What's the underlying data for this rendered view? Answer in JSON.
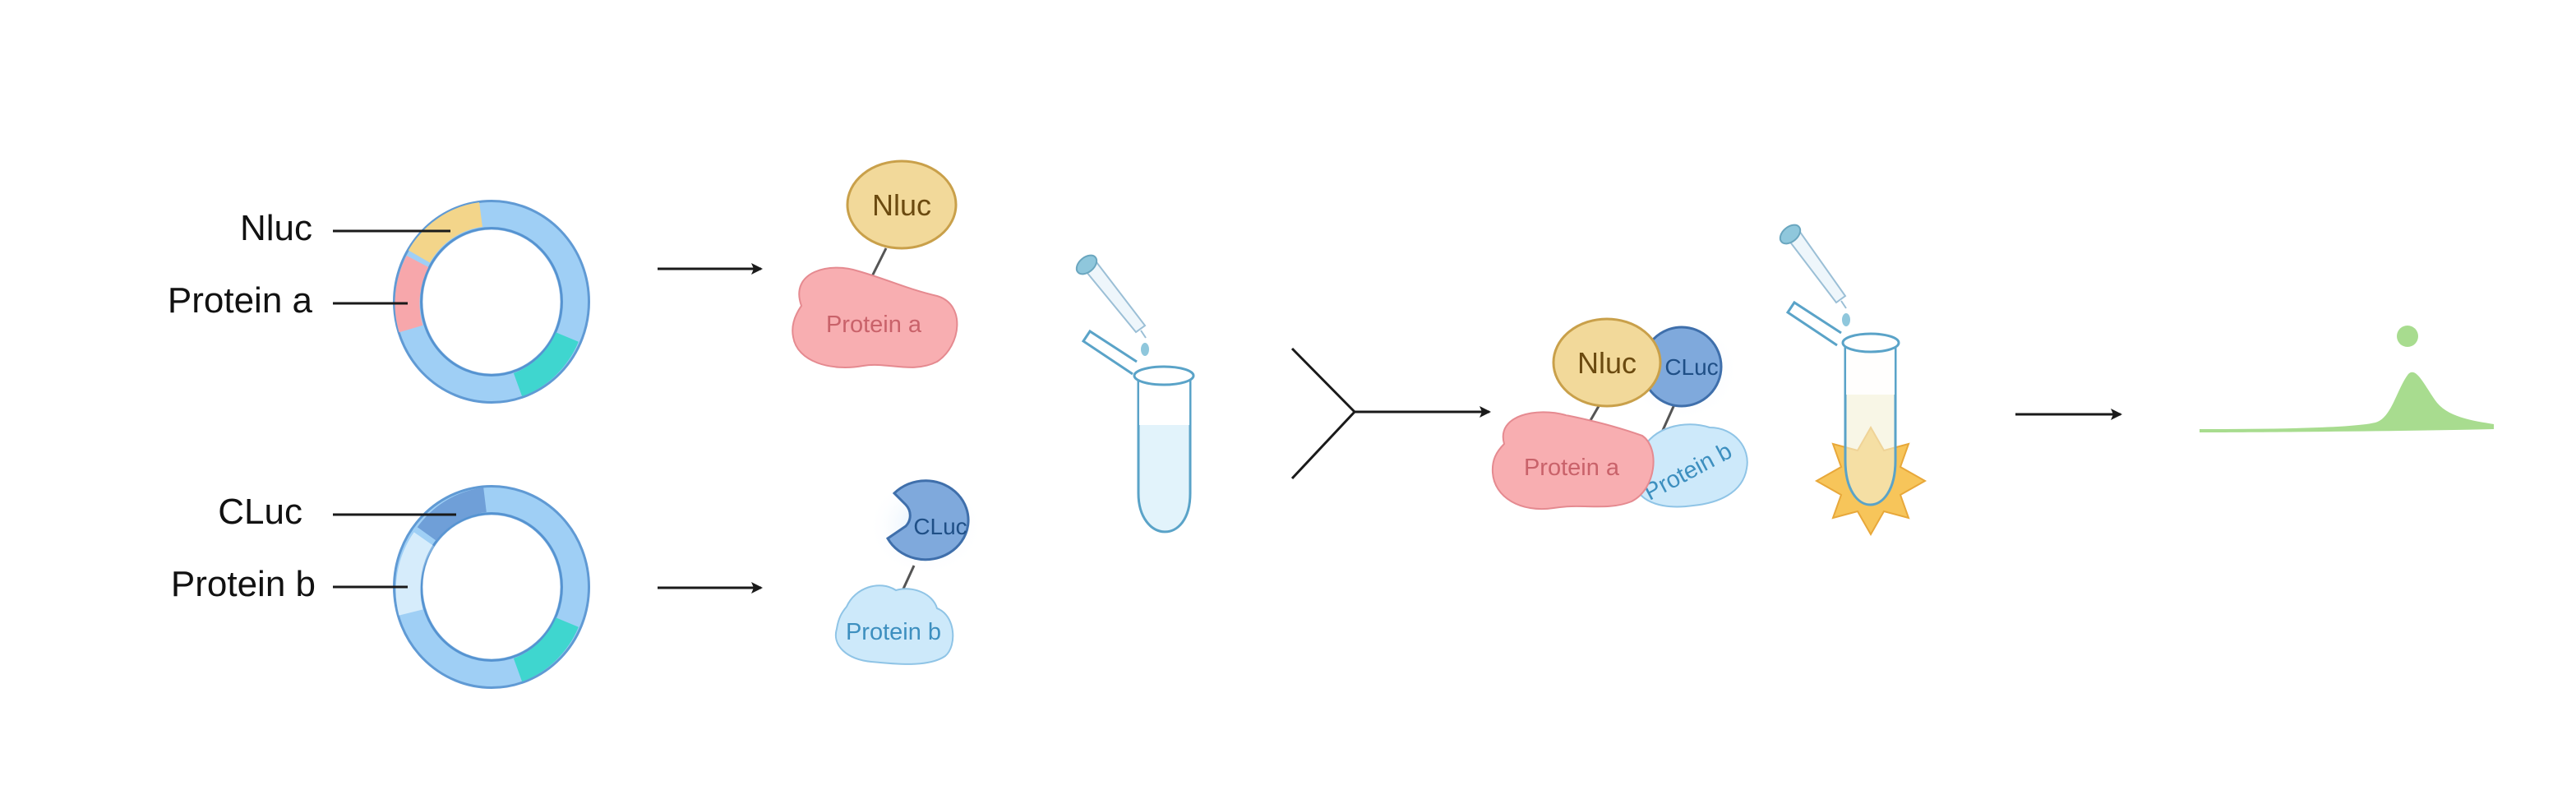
{
  "labels": {
    "nluc_plasmid": "Nluc",
    "protein_a_plasmid": "Protein a",
    "cluc_plasmid": "CLuc",
    "protein_b_plasmid": "Protein b",
    "nluc_ball": "Nluc",
    "protein_a_blob": "Protein a",
    "cluc_ball": "CLuc",
    "protein_b_blob": "Protein b",
    "nluc_complex": "Nluc",
    "cluc_complex": "CLuc",
    "protein_a_complex": "Protein a",
    "protein_b_complex": "Protein b"
  },
  "colors": {
    "plasmid_ring": "#9fcff5",
    "plasmid_outline": "#4f8fcf",
    "nluc_segment": "#f3d58a",
    "protein_a_segment": "#f7a7ab",
    "cluc_segment": "#6f9fd8",
    "protein_b_segment": "#d6ecfb",
    "teal_segment": "#3fd6cf",
    "nluc_fill": "#f2d99a",
    "nluc_text": "#6b4a10",
    "protein_a_fill": "#f8aeb1",
    "protein_a_text": "#c9626a",
    "cluc_fill": "#7fa9dc",
    "cluc_text": "#1f4f86",
    "protein_b_fill": "#cde9fa",
    "protein_b_text": "#3d8fbf",
    "luminescence": "#f7c55a",
    "signal_peak": "#a8dc8f"
  }
}
